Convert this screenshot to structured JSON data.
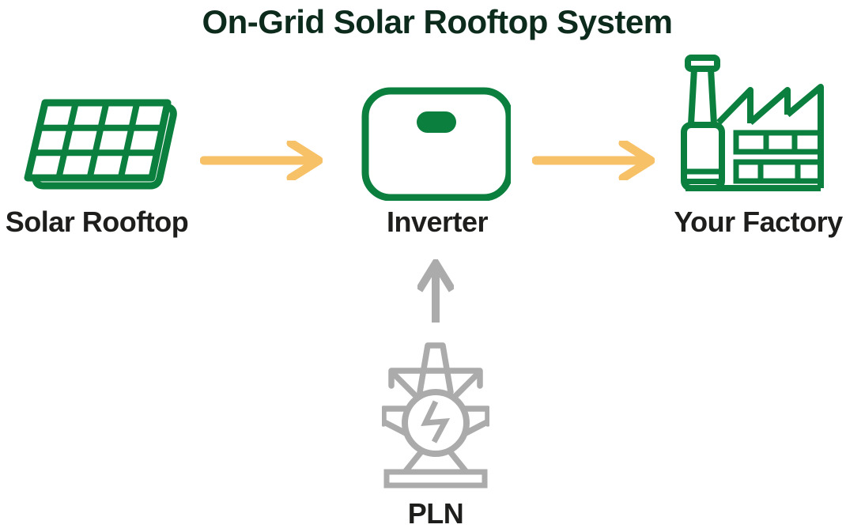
{
  "title": "On-Grid Solar Rooftop System",
  "nodes": {
    "solar": {
      "label": "Solar Rooftop",
      "icon": "solar-panel-icon"
    },
    "inverter": {
      "label": "Inverter",
      "icon": "inverter-icon"
    },
    "factory": {
      "label": "Your Factory",
      "icon": "factory-icon"
    },
    "grid": {
      "label": "PLN",
      "icon": "power-pylon-icon"
    }
  },
  "flow": [
    {
      "from": "Solar Rooftop",
      "to": "Inverter",
      "connector": "right-arrow"
    },
    {
      "from": "Inverter",
      "to": "Your Factory",
      "connector": "right-arrow"
    },
    {
      "from": "PLN",
      "to": "Inverter",
      "connector": "up-arrow"
    }
  ],
  "colors": {
    "icon-green": "#0B7F3E",
    "title-green": "#0D2B1D",
    "label-dark": "#1E1E1C",
    "arrow-yellow": "#F7C168",
    "grid-gray": "#ABABAB",
    "background": "#FFFFFF"
  }
}
